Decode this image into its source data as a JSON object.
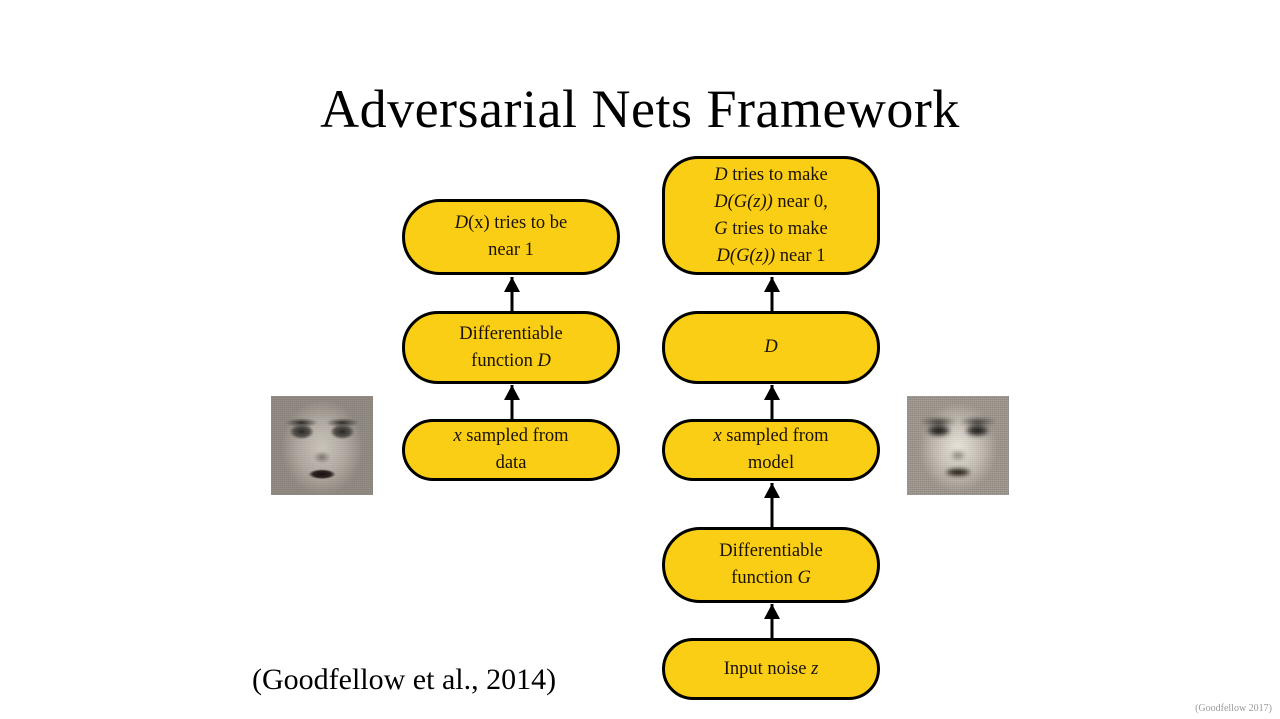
{
  "slide": {
    "title": "Adversarial Nets Framework",
    "background_color": "#ffffff",
    "box_fill_color": "#f9ce14",
    "box_border_color": "#000000",
    "citation": "(Goodfellow et al., 2014)",
    "watermark": "(Goodfellow 2017)"
  },
  "discriminator_column": {
    "objective_box": {
      "line1_prefix": "D",
      "line1_rest": "(x) tries to be",
      "line2": "near 1"
    },
    "function_box": {
      "line1": "Differentiable",
      "line2_prefix": "function ",
      "line2_symbol": "D"
    },
    "sample_box": {
      "line1_symbol": "x",
      "line1_rest": " sampled from",
      "line2": "data"
    }
  },
  "generator_column": {
    "objective_box": {
      "line1_symbol": "D",
      "line1_rest": " tries to make",
      "line2_symbol": "D(G(z))",
      "line2_rest": " near 0,",
      "line3_symbol": "G",
      "line3_rest": " tries to make",
      "line4_symbol": "D(G(z))",
      "line4_rest": " near 1"
    },
    "discriminator_box": {
      "symbol": "D"
    },
    "sample_box": {
      "line1_symbol": "x",
      "line1_rest": " sampled from",
      "line2": "model"
    },
    "function_box": {
      "line1": "Differentiable",
      "line2_prefix": "function ",
      "line2_symbol": "G"
    },
    "noise_box": {
      "prefix": "Input noise ",
      "symbol": "z"
    }
  },
  "images": {
    "real_face_caption": "real data sample face photograph",
    "generated_face_caption": "model generated face sample"
  }
}
